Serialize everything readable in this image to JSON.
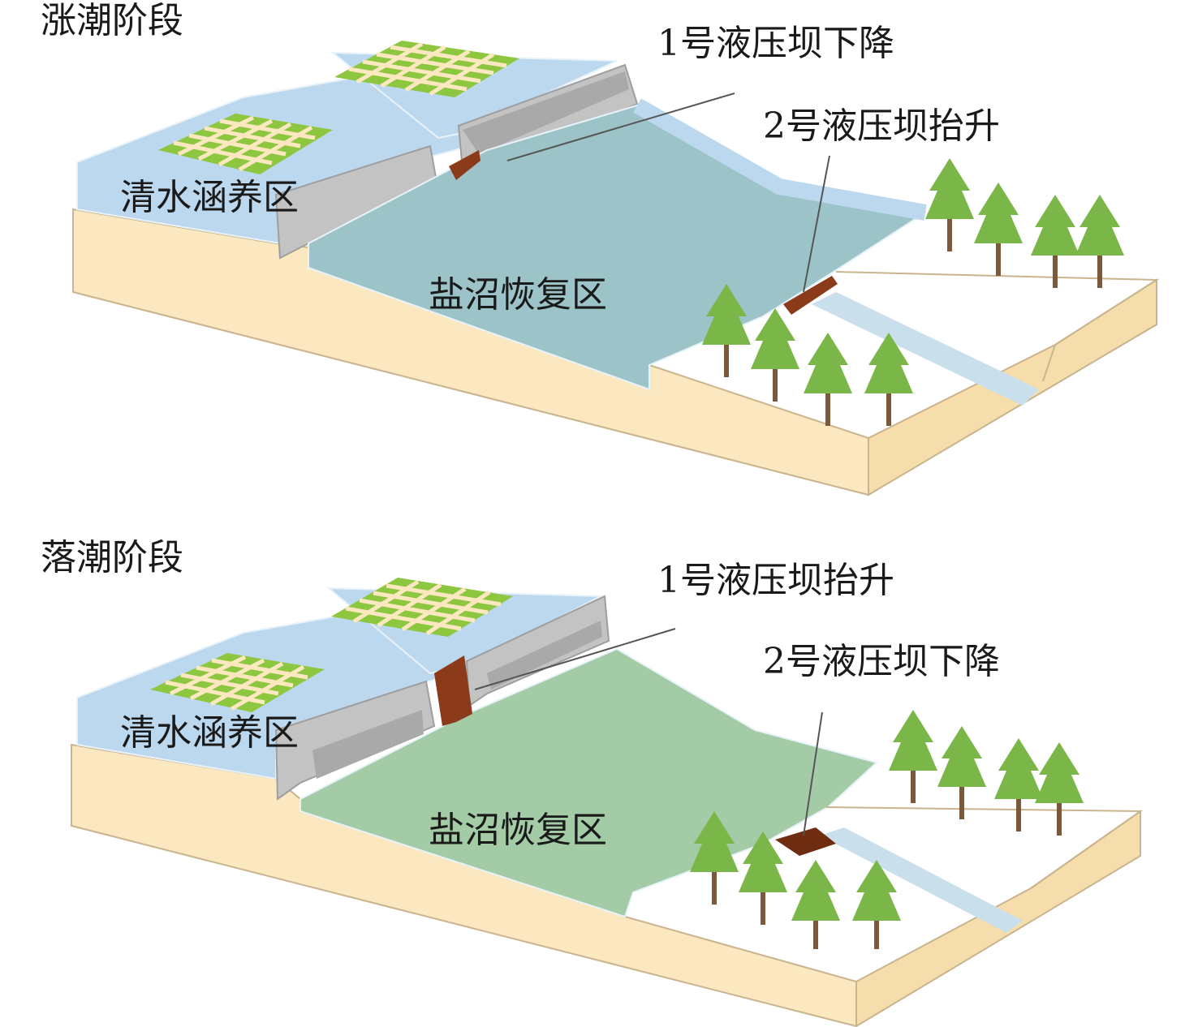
{
  "colors": {
    "soil": "#fbe8c0",
    "soil_edge": "#c9b48e",
    "clear_water": "#bcd8ee",
    "wetland_water_flood": "#9cc3c8",
    "wetland_water_ebb": "#a2cba6",
    "stream": "#c9dfec",
    "wall": "#c3c3c3",
    "wall_dark": "#a9a9a9",
    "green_grid": "#8dc63f",
    "grid_line": "#fbe8c0",
    "dam": "#8b3a1a",
    "tree_green": "#7ab648",
    "tree_trunk": "#7a5a3a",
    "leader_line": "#555555"
  },
  "panels": [
    {
      "id": "flood",
      "stage_title": "涨潮阶段",
      "zone_clear_water": "清水涵养区",
      "zone_salt_marsh": "盐沼恢复区",
      "dam1_label": "1号液压坝下降",
      "dam2_label": "2号液压坝抬升",
      "dam1_state": "down",
      "dam2_state": "up"
    },
    {
      "id": "ebb",
      "stage_title": "落潮阶段",
      "zone_clear_water": "清水涵养区",
      "zone_salt_marsh": "盐沼恢复区",
      "dam1_label": "1号液压坝抬升",
      "dam2_label": "2号液压坝下降",
      "dam1_state": "up",
      "dam2_state": "down"
    }
  ]
}
